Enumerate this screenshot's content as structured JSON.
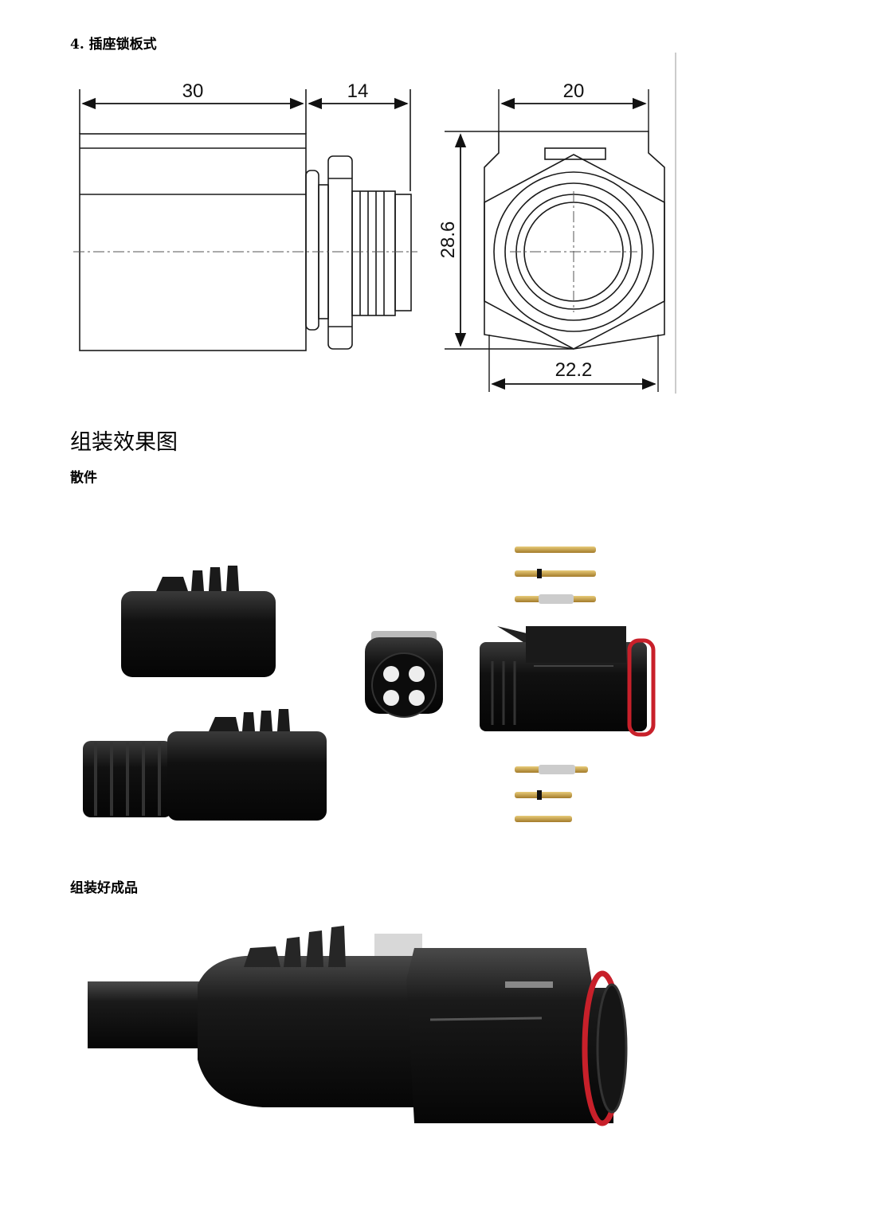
{
  "section_title": "4. 插座锁板式",
  "drawing": {
    "dim_body_length": "30",
    "dim_thread_length": "14",
    "dim_front_width": "20",
    "dim_height": "28.6",
    "dim_hex_width": "22.2"
  },
  "assembly_heading": "组装效果图",
  "parts_heading": "散件",
  "finished_heading": "组装好成品",
  "colors": {
    "line": "#1a1a1a",
    "part_black": "#151515",
    "seal_red": "#c8202a",
    "contact_gold": "#c9a24a"
  }
}
